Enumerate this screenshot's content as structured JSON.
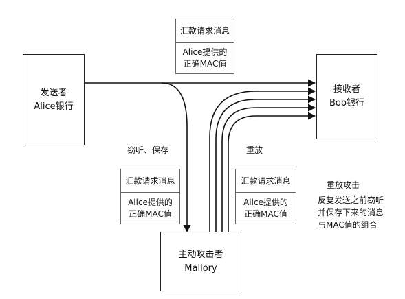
{
  "sender": {
    "line1": "发送者",
    "line2": "Alice银行"
  },
  "receiver": {
    "line1": "接收者",
    "line2": "Bob银行"
  },
  "attacker": {
    "line1": "主动攻击者",
    "line2": "Mallory"
  },
  "message_top": {
    "header": "汇款请求消息",
    "line1": "Alice提供的",
    "line2": "正确MAC值"
  },
  "message_eavesdrop": {
    "header": "汇款请求消息",
    "line1": "Alice提供的",
    "line2": "正确MAC值"
  },
  "message_replay": {
    "header": "汇款请求消息",
    "line1": "Alice提供的",
    "line2": "正确MAC值"
  },
  "label_eavesdrop": "窃听、保存",
  "label_replay": "重放",
  "note": {
    "title": "重放攻击",
    "line1": "反复发送之前窃听",
    "line2": "并保存下来的消息",
    "line3": "与MAC值的组合"
  },
  "colors": {
    "line": "#111111",
    "border": "#222222"
  }
}
